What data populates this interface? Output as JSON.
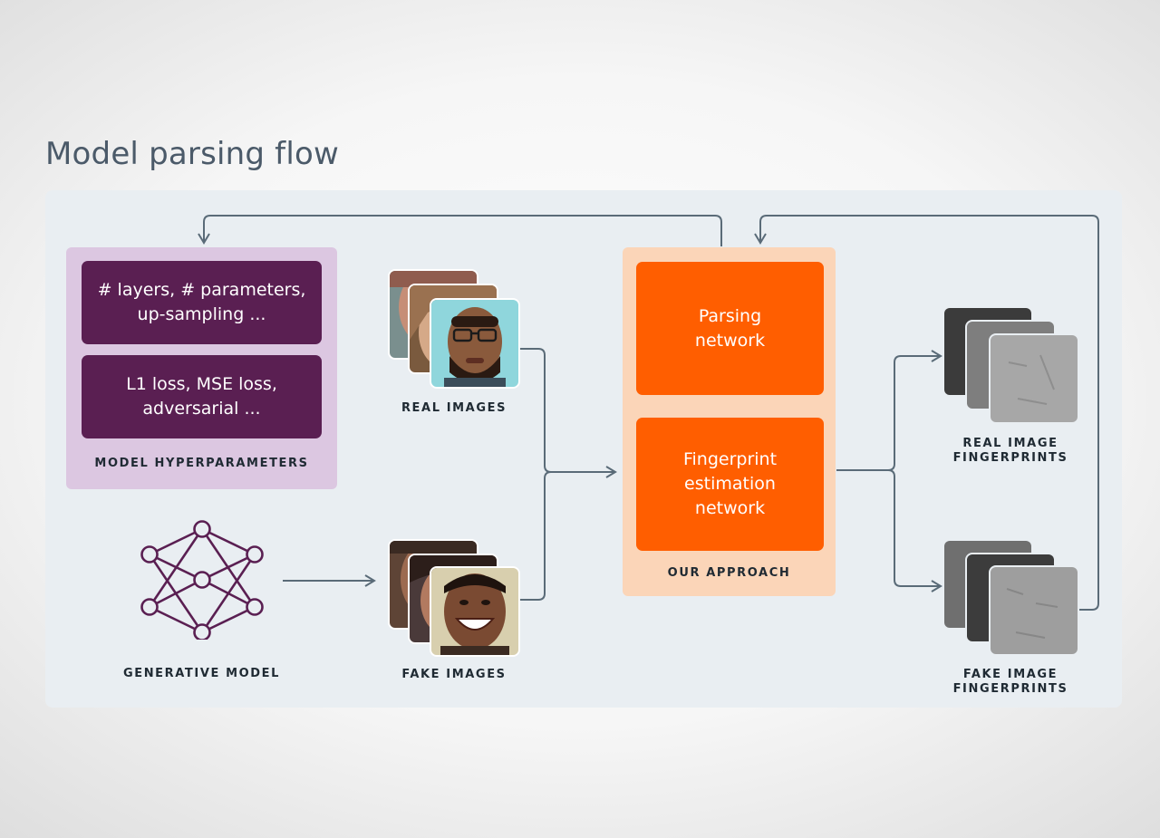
{
  "title": "Model parsing flow",
  "hyperparameters": {
    "items": [
      "# layers, # parameters,\nup-sampling ...",
      "L1 loss, MSE loss,\nadversarial ..."
    ],
    "label": "MODEL HYPERPARAMETERS"
  },
  "generative_model": {
    "label": "GENERATIVE MODEL",
    "icon": "neural-network-icon"
  },
  "real_images": {
    "label": "REAL IMAGES"
  },
  "fake_images": {
    "label": "FAKE IMAGES"
  },
  "approach": {
    "networks": [
      "Parsing\nnetwork",
      "Fingerprint\nestimation\nnetwork"
    ],
    "label": "OUR APPROACH"
  },
  "real_fingerprints": {
    "label": "REAL IMAGE\nFINGERPRINTS"
  },
  "fake_fingerprints": {
    "label": "FAKE IMAGE\nFINGERPRINTS"
  },
  "colors": {
    "hyper_box": "#dcc7e1",
    "hyper_item": "#5a1f52",
    "approach_box": "#fbd5b8",
    "network": "#ff5e00",
    "arrow": "#5a6b78",
    "node": "#5a1f52"
  }
}
